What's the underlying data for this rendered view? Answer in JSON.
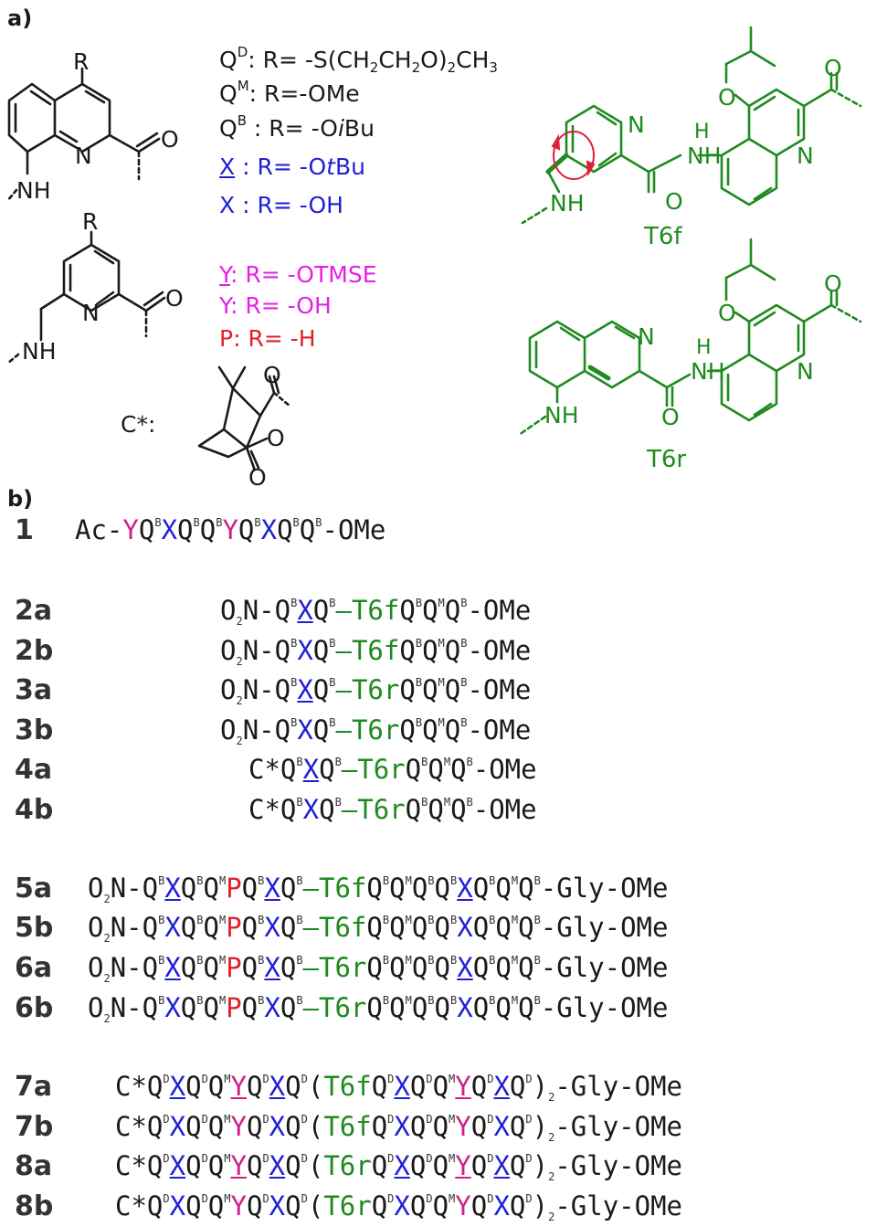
{
  "panels": {
    "a": "a)",
    "b": "b)"
  },
  "legend_q": [
    {
      "text": "Q",
      "sup": "D",
      "rest": ": R= -S(CH",
      "sub1": "2",
      "mid": "CH",
      "sub2": "2",
      "end": "O)",
      "sub3": "2",
      "fin": "CH",
      "sub4": "3",
      "color": "#1a1a1a"
    },
    {
      "text": "Q",
      "sup": "M",
      "rest": ": R=-OMe",
      "color": "#1a1a1a"
    },
    {
      "text": "Q",
      "sup": "B",
      "rest": " : R= -O",
      "ital": "i",
      "fin": "Bu",
      "color": "#1a1a1a"
    },
    {
      "text": "X",
      "rest": " : R= -O",
      "ital": "t",
      "fin": "Bu",
      "underline": true,
      "color": "#1f1fd6"
    },
    {
      "text": "X",
      "rest": " : R= -OH",
      "color": "#1f1fd6"
    }
  ],
  "legend_y": [
    {
      "text": "Y",
      "rest": ": R= -OTMSE",
      "underline": true,
      "color": "#e61fe6"
    },
    {
      "text": "Y",
      "rest": ": R= -OH",
      "color": "#e61fe6"
    },
    {
      "text": "P",
      "rest": ": R= -H",
      "color": "#e0202a"
    }
  ],
  "atoms": {
    "R": "R",
    "N": "N",
    "NH": "NH",
    "O": "O",
    "H": "H",
    "C_star": "C*:"
  },
  "struct_names": {
    "T6f": "T6f",
    "T6r": "T6r"
  },
  "compounds": [
    {
      "id": "1",
      "tokens": [
        [
          "Ac-",
          "k"
        ],
        [
          "Y",
          "m"
        ],
        [
          "Q",
          "k",
          "B"
        ],
        [
          "X",
          "b"
        ],
        [
          "Q",
          "k",
          "B"
        ],
        [
          "Q",
          "k",
          "B"
        ],
        [
          "Y",
          "m"
        ],
        [
          "Q",
          "k",
          "B"
        ],
        [
          "X",
          "b"
        ],
        [
          "Q",
          "k",
          "B"
        ],
        [
          "Q",
          "k",
          "B"
        ],
        [
          "-OMe",
          "k"
        ]
      ]
    },
    {
      "id": "2a",
      "tokens": [
        [
          "O",
          "k",
          null,
          "2"
        ],
        [
          "N-",
          "k"
        ],
        [
          "Q",
          "k",
          "B"
        ],
        [
          "X",
          "bu"
        ],
        [
          "Q",
          "k",
          "B"
        ],
        [
          "–",
          "g"
        ],
        [
          "T6f",
          "g"
        ],
        [
          "Q",
          "k",
          "B"
        ],
        [
          "Q",
          "k",
          "M"
        ],
        [
          "Q",
          "k",
          "B"
        ],
        [
          "-OMe",
          "k"
        ]
      ]
    },
    {
      "id": "2b",
      "tokens": [
        [
          "O",
          "k",
          null,
          "2"
        ],
        [
          "N-",
          "k"
        ],
        [
          "Q",
          "k",
          "B"
        ],
        [
          "X",
          "b"
        ],
        [
          "Q",
          "k",
          "B"
        ],
        [
          "–",
          "g"
        ],
        [
          "T6f",
          "g"
        ],
        [
          "Q",
          "k",
          "B"
        ],
        [
          "Q",
          "k",
          "M"
        ],
        [
          "Q",
          "k",
          "B"
        ],
        [
          "-OMe",
          "k"
        ]
      ]
    },
    {
      "id": "3a",
      "tokens": [
        [
          "O",
          "k",
          null,
          "2"
        ],
        [
          "N-",
          "k"
        ],
        [
          "Q",
          "k",
          "B"
        ],
        [
          "X",
          "bu"
        ],
        [
          "Q",
          "k",
          "B"
        ],
        [
          "–",
          "g"
        ],
        [
          "T6r",
          "g"
        ],
        [
          "Q",
          "k",
          "B"
        ],
        [
          "Q",
          "k",
          "M"
        ],
        [
          "Q",
          "k",
          "B"
        ],
        [
          "-OMe",
          "k"
        ]
      ]
    },
    {
      "id": "3b",
      "tokens": [
        [
          "O",
          "k",
          null,
          "2"
        ],
        [
          "N-",
          "k"
        ],
        [
          "Q",
          "k",
          "B"
        ],
        [
          "X",
          "b"
        ],
        [
          "Q",
          "k",
          "B"
        ],
        [
          "–",
          "g"
        ],
        [
          "T6r",
          "g"
        ],
        [
          "Q",
          "k",
          "B"
        ],
        [
          "Q",
          "k",
          "M"
        ],
        [
          "Q",
          "k",
          "B"
        ],
        [
          "-OMe",
          "k"
        ]
      ]
    },
    {
      "id": "4a",
      "tokens": [
        [
          "C*",
          "k"
        ],
        [
          "Q",
          "k",
          "B"
        ],
        [
          "X",
          "bu"
        ],
        [
          "Q",
          "k",
          "B"
        ],
        [
          "–",
          "g"
        ],
        [
          "T6r",
          "g"
        ],
        [
          "Q",
          "k",
          "B"
        ],
        [
          "Q",
          "k",
          "M"
        ],
        [
          "Q",
          "k",
          "B"
        ],
        [
          "-OMe",
          "k"
        ]
      ]
    },
    {
      "id": "4b",
      "tokens": [
        [
          "C*",
          "k"
        ],
        [
          "Q",
          "k",
          "B"
        ],
        [
          "X",
          "b"
        ],
        [
          "Q",
          "k",
          "B"
        ],
        [
          "–",
          "g"
        ],
        [
          "T6r",
          "g"
        ],
        [
          "Q",
          "k",
          "B"
        ],
        [
          "Q",
          "k",
          "M"
        ],
        [
          "Q",
          "k",
          "B"
        ],
        [
          "-OMe",
          "k"
        ]
      ]
    },
    {
      "id": "5a",
      "tokens": [
        [
          "O",
          "k",
          null,
          "2"
        ],
        [
          "N-",
          "k"
        ],
        [
          "Q",
          "k",
          "B"
        ],
        [
          "X",
          "bu"
        ],
        [
          "Q",
          "k",
          "B"
        ],
        [
          "Q",
          "k",
          "M"
        ],
        [
          "P",
          "r"
        ],
        [
          "Q",
          "k",
          "B"
        ],
        [
          "X",
          "bu"
        ],
        [
          "Q",
          "k",
          "B"
        ],
        [
          "–",
          "g"
        ],
        [
          "T6f",
          "g"
        ],
        [
          "Q",
          "k",
          "B"
        ],
        [
          "Q",
          "k",
          "M"
        ],
        [
          "Q",
          "k",
          "B"
        ],
        [
          "Q",
          "k",
          "B"
        ],
        [
          "X",
          "bu"
        ],
        [
          "Q",
          "k",
          "B"
        ],
        [
          "Q",
          "k",
          "M"
        ],
        [
          "Q",
          "k",
          "B"
        ],
        [
          "-Gly-OMe",
          "k"
        ]
      ]
    },
    {
      "id": "5b",
      "tokens": [
        [
          "O",
          "k",
          null,
          "2"
        ],
        [
          "N-",
          "k"
        ],
        [
          "Q",
          "k",
          "B"
        ],
        [
          "X",
          "b"
        ],
        [
          "Q",
          "k",
          "B"
        ],
        [
          "Q",
          "k",
          "M"
        ],
        [
          "P",
          "r"
        ],
        [
          "Q",
          "k",
          "B"
        ],
        [
          "X",
          "b"
        ],
        [
          "Q",
          "k",
          "B"
        ],
        [
          "–",
          "g"
        ],
        [
          "T6f",
          "g"
        ],
        [
          "Q",
          "k",
          "B"
        ],
        [
          "Q",
          "k",
          "M"
        ],
        [
          "Q",
          "k",
          "B"
        ],
        [
          "Q",
          "k",
          "B"
        ],
        [
          "X",
          "b"
        ],
        [
          "Q",
          "k",
          "B"
        ],
        [
          "Q",
          "k",
          "M"
        ],
        [
          "Q",
          "k",
          "B"
        ],
        [
          "-Gly-OMe",
          "k"
        ]
      ]
    },
    {
      "id": "6a",
      "tokens": [
        [
          "O",
          "k",
          null,
          "2"
        ],
        [
          "N-",
          "k"
        ],
        [
          "Q",
          "k",
          "B"
        ],
        [
          "X",
          "bu"
        ],
        [
          "Q",
          "k",
          "B"
        ],
        [
          "Q",
          "k",
          "M"
        ],
        [
          "P",
          "r"
        ],
        [
          "Q",
          "k",
          "B"
        ],
        [
          "X",
          "bu"
        ],
        [
          "Q",
          "k",
          "B"
        ],
        [
          "–",
          "g"
        ],
        [
          "T6r",
          "g"
        ],
        [
          "Q",
          "k",
          "B"
        ],
        [
          "Q",
          "k",
          "M"
        ],
        [
          "Q",
          "k",
          "B"
        ],
        [
          "Q",
          "k",
          "B"
        ],
        [
          "X",
          "bu"
        ],
        [
          "Q",
          "k",
          "B"
        ],
        [
          "Q",
          "k",
          "M"
        ],
        [
          "Q",
          "k",
          "B"
        ],
        [
          "-Gly-OMe",
          "k"
        ]
      ]
    },
    {
      "id": "6b",
      "tokens": [
        [
          "O",
          "k",
          null,
          "2"
        ],
        [
          "N-",
          "k"
        ],
        [
          "Q",
          "k",
          "B"
        ],
        [
          "X",
          "b"
        ],
        [
          "Q",
          "k",
          "B"
        ],
        [
          "Q",
          "k",
          "M"
        ],
        [
          "P",
          "r"
        ],
        [
          "Q",
          "k",
          "B"
        ],
        [
          "X",
          "b"
        ],
        [
          "Q",
          "k",
          "B"
        ],
        [
          "–",
          "g"
        ],
        [
          "T6r",
          "g"
        ],
        [
          "Q",
          "k",
          "B"
        ],
        [
          "Q",
          "k",
          "M"
        ],
        [
          "Q",
          "k",
          "B"
        ],
        [
          "Q",
          "k",
          "B"
        ],
        [
          "X",
          "b"
        ],
        [
          "Q",
          "k",
          "B"
        ],
        [
          "Q",
          "k",
          "M"
        ],
        [
          "Q",
          "k",
          "B"
        ],
        [
          "-Gly-OMe",
          "k"
        ]
      ]
    },
    {
      "id": "7a",
      "tokens": [
        [
          "C*",
          "k"
        ],
        [
          "Q",
          "k",
          "D"
        ],
        [
          "X",
          "bu"
        ],
        [
          "Q",
          "k",
          "D"
        ],
        [
          "Q",
          "k",
          "M"
        ],
        [
          "Y",
          "mu"
        ],
        [
          "Q",
          "k",
          "D"
        ],
        [
          "X",
          "bu"
        ],
        [
          "Q",
          "k",
          "D"
        ],
        [
          "(",
          "k"
        ],
        [
          "T6f",
          "g"
        ],
        [
          "Q",
          "k",
          "D"
        ],
        [
          "X",
          "bu"
        ],
        [
          "Q",
          "k",
          "D"
        ],
        [
          "Q",
          "k",
          "M"
        ],
        [
          "Y",
          "mu"
        ],
        [
          "Q",
          "k",
          "D"
        ],
        [
          "X",
          "bu"
        ],
        [
          "Q",
          "k",
          "D"
        ],
        [
          ")",
          "k",
          null,
          "2"
        ],
        [
          "-Gly-OMe",
          "k"
        ]
      ]
    },
    {
      "id": "7b",
      "tokens": [
        [
          "C*",
          "k"
        ],
        [
          "Q",
          "k",
          "D"
        ],
        [
          "X",
          "b"
        ],
        [
          "Q",
          "k",
          "D"
        ],
        [
          "Q",
          "k",
          "M"
        ],
        [
          "Y",
          "m"
        ],
        [
          "Q",
          "k",
          "D"
        ],
        [
          "X",
          "b"
        ],
        [
          "Q",
          "k",
          "D"
        ],
        [
          "(",
          "k"
        ],
        [
          "T6f",
          "g"
        ],
        [
          "Q",
          "k",
          "D"
        ],
        [
          "X",
          "b"
        ],
        [
          "Q",
          "k",
          "D"
        ],
        [
          "Q",
          "k",
          "M"
        ],
        [
          "Y",
          "m"
        ],
        [
          "Q",
          "k",
          "D"
        ],
        [
          "X",
          "b"
        ],
        [
          "Q",
          "k",
          "D"
        ],
        [
          ")",
          "k",
          null,
          "2"
        ],
        [
          "-Gly-OMe",
          "k"
        ]
      ]
    },
    {
      "id": "8a",
      "tokens": [
        [
          "C*",
          "k"
        ],
        [
          "Q",
          "k",
          "D"
        ],
        [
          "X",
          "bu"
        ],
        [
          "Q",
          "k",
          "D"
        ],
        [
          "Q",
          "k",
          "M"
        ],
        [
          "Y",
          "mu"
        ],
        [
          "Q",
          "k",
          "D"
        ],
        [
          "X",
          "bu"
        ],
        [
          "Q",
          "k",
          "D"
        ],
        [
          "(",
          "k"
        ],
        [
          "T6r",
          "g"
        ],
        [
          "Q",
          "k",
          "D"
        ],
        [
          "X",
          "bu"
        ],
        [
          "Q",
          "k",
          "D"
        ],
        [
          "Q",
          "k",
          "M"
        ],
        [
          "Y",
          "mu"
        ],
        [
          "Q",
          "k",
          "D"
        ],
        [
          "X",
          "bu"
        ],
        [
          "Q",
          "k",
          "D"
        ],
        [
          ")",
          "k",
          null,
          "2"
        ],
        [
          "-Gly-OMe",
          "k"
        ]
      ]
    },
    {
      "id": "8b",
      "tokens": [
        [
          "C*",
          "k"
        ],
        [
          "Q",
          "k",
          "D"
        ],
        [
          "X",
          "b"
        ],
        [
          "Q",
          "k",
          "D"
        ],
        [
          "Q",
          "k",
          "M"
        ],
        [
          "Y",
          "m"
        ],
        [
          "Q",
          "k",
          "D"
        ],
        [
          "X",
          "b"
        ],
        [
          "Q",
          "k",
          "D"
        ],
        [
          "(",
          "k"
        ],
        [
          "T6r",
          "g"
        ],
        [
          "Q",
          "k",
          "D"
        ],
        [
          "X",
          "b"
        ],
        [
          "Q",
          "k",
          "D"
        ],
        [
          "Q",
          "k",
          "M"
        ],
        [
          "Y",
          "m"
        ],
        [
          "Q",
          "k",
          "D"
        ],
        [
          "X",
          "b"
        ],
        [
          "Q",
          "k",
          "D"
        ],
        [
          ")",
          "k",
          null,
          "2"
        ],
        [
          "-Gly-OMe",
          "k"
        ]
      ]
    }
  ],
  "colors": {
    "black": "#1a1a1a",
    "blue": "#1f1fd6",
    "magenta": "#cf1f8c",
    "legend_magenta": "#e61fe6",
    "red": "#e0202a",
    "green": "#1f8a1f",
    "rotation_arrow": "#e0203a"
  }
}
